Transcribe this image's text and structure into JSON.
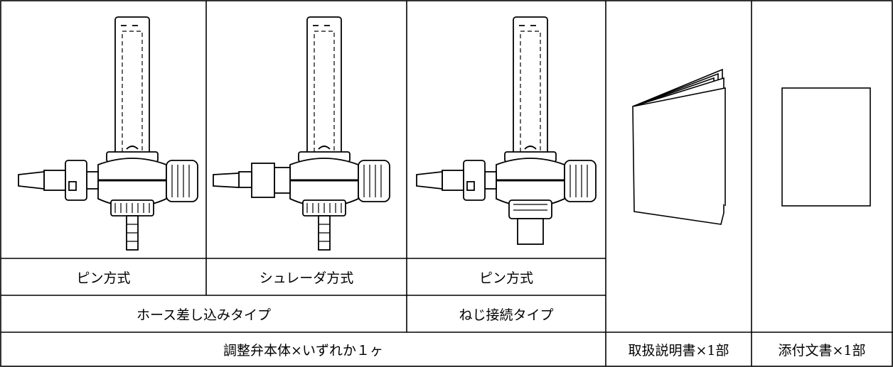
{
  "labels": {
    "method_pin_1": "ピン方式",
    "method_schrader": "シュレーダ方式",
    "method_pin_2": "ピン方式",
    "type_hose": "ホース差し込みタイプ",
    "type_screw": "ねじ接続タイプ",
    "regulator_body": "調整弁本体×いずれか１ヶ",
    "manual": "取扱説明書×1部",
    "package_insert": "添付文書×1部"
  },
  "colors": {
    "line": "#000000",
    "background": "#ffffff"
  },
  "icons": [
    "flowmeter-pin-hose-icon",
    "flowmeter-schrader-hose-icon",
    "flowmeter-pin-screw-icon",
    "booklet-icon",
    "sheet-document-icon"
  ]
}
